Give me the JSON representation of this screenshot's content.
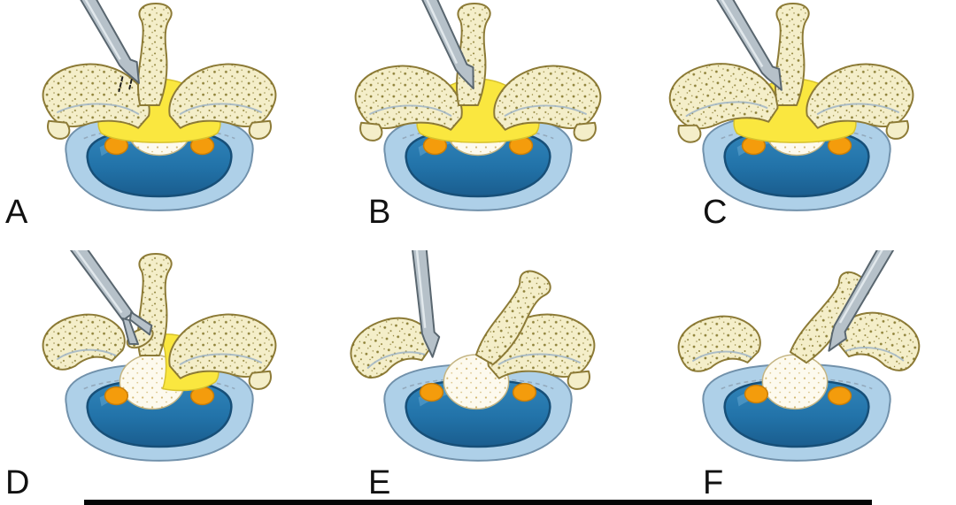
{
  "figure": {
    "type": "medical-diagram",
    "subject": "vertebra-axial-section-surgical-steps",
    "panels": [
      {
        "id": "panel-a",
        "label": "A"
      },
      {
        "id": "panel-b",
        "label": "B"
      },
      {
        "id": "panel-c",
        "label": "C"
      },
      {
        "id": "panel-d",
        "label": "D"
      },
      {
        "id": "panel-e",
        "label": "E"
      },
      {
        "id": "panel-f",
        "label": "F"
      }
    ],
    "colors": {
      "bone_fill": "#f4eec9",
      "bone_speckle": "#7d6e20",
      "bone_stroke": "#8d7b37",
      "cart_line": "#9fb4c6",
      "ligament": "#fae73f",
      "ligament_stroke": "#d8c32c",
      "disc_outer": "#aed0e8",
      "disc_stroke": "#7191ab",
      "disc_dash": "#93a9bc",
      "body_stroke": "#174f78",
      "body_top": "#3285ba",
      "body_bottom": "#1a5d8e",
      "canal_fill": "#fdfaee",
      "canal_dot": "#c09a3a",
      "canal_stroke": "#c4b584",
      "fat": "#f49c0c",
      "fat_stroke": "#c87d08",
      "tool_fill": "#b6c1c9",
      "tool_stroke": "#59666f",
      "tool_hi": "#e9eef2",
      "label_color": "#111111",
      "background": "#ffffff",
      "footer_bar": "#050505"
    }
  }
}
